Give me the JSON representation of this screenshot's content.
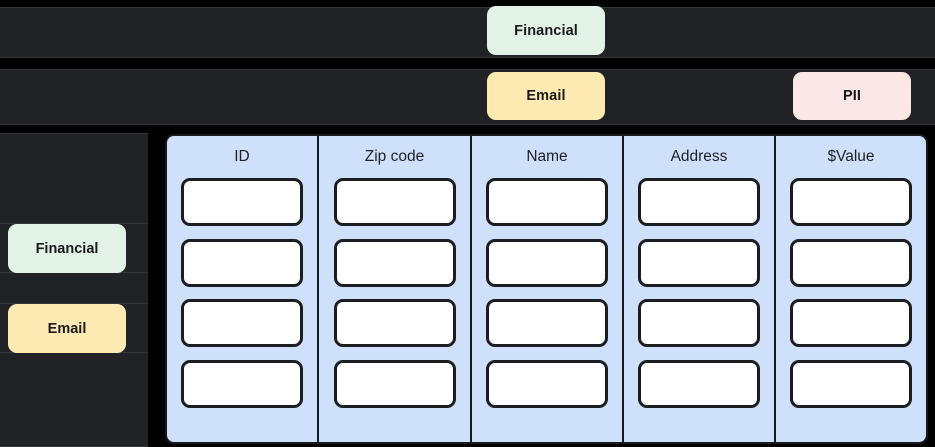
{
  "colors": {
    "page_background": "#000000",
    "dark_row": "#212226",
    "dark_row_border": "#37383c",
    "table_background": "#cfe0fa",
    "table_border": "#18191c",
    "cell_background": "#ffffff",
    "cell_border": "#1c1d21",
    "badge_financial": "#e2f2e7",
    "badge_email": "#fdeab3",
    "badge_pii": "#fbe7e5",
    "badge_text": "#1a1a1a",
    "header_text": "#1f2024"
  },
  "tag_rows": [
    {
      "row_name": "tag-row-1",
      "badges": [
        {
          "id": "financial-top",
          "label": "Financial",
          "category": "financial"
        }
      ]
    },
    {
      "row_name": "tag-row-2",
      "badges": [
        {
          "id": "email-top",
          "label": "Email",
          "category": "email"
        },
        {
          "id": "pii-top",
          "label": "PII",
          "category": "pii"
        }
      ]
    }
  ],
  "sidebar": {
    "items": [
      {
        "id": "financial-side",
        "label": "Financial",
        "category": "financial"
      },
      {
        "id": "email-side",
        "label": "Email",
        "category": "email"
      }
    ]
  },
  "table": {
    "columns": [
      {
        "key": "id",
        "header": "ID"
      },
      {
        "key": "zip_code",
        "header": "Zip code"
      },
      {
        "key": "name",
        "header": "Name"
      },
      {
        "key": "address",
        "header": "Address"
      },
      {
        "key": "value",
        "header": "$Value"
      }
    ],
    "row_count": 4,
    "rows": [
      {
        "id": "",
        "zip_code": "",
        "name": "",
        "address": "",
        "value": ""
      },
      {
        "id": "",
        "zip_code": "",
        "name": "",
        "address": "",
        "value": ""
      },
      {
        "id": "",
        "zip_code": "",
        "name": "",
        "address": "",
        "value": ""
      },
      {
        "id": "",
        "zip_code": "",
        "name": "",
        "address": "",
        "value": ""
      }
    ]
  }
}
